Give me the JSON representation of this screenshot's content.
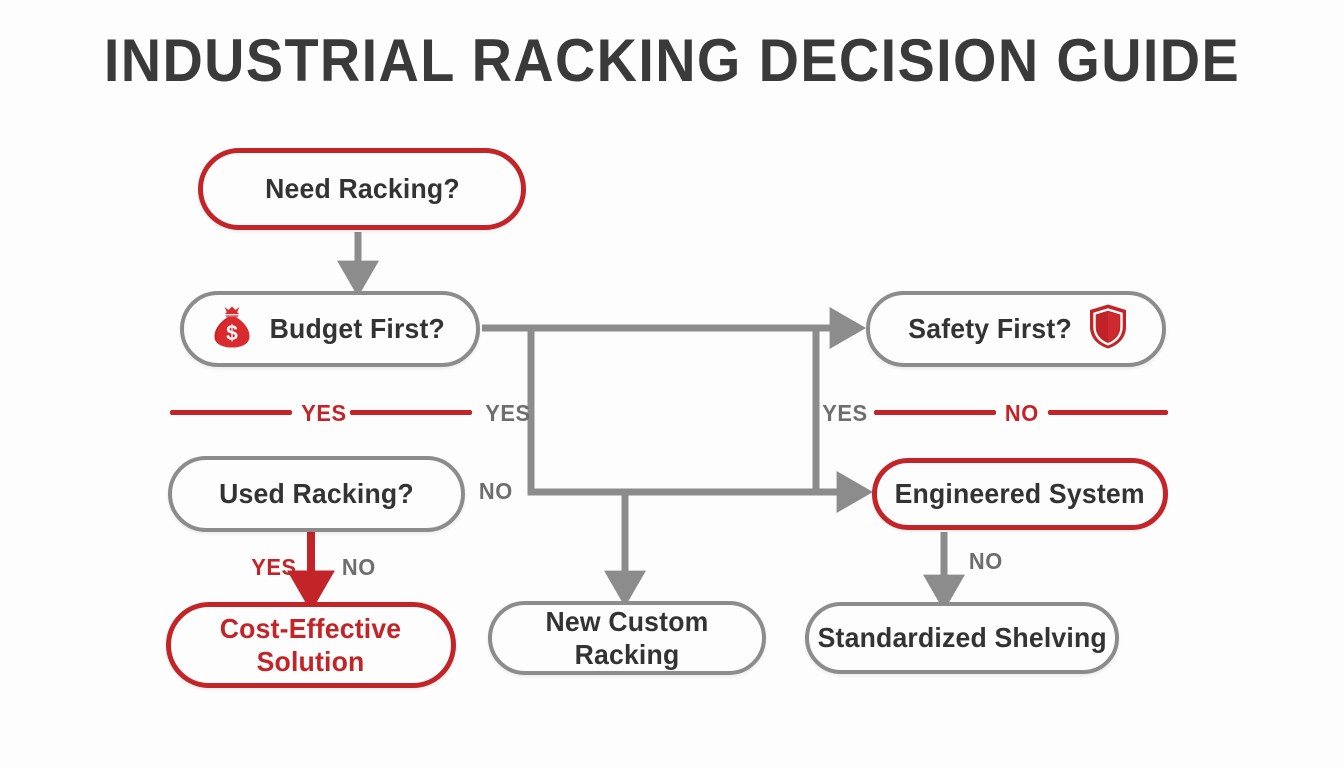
{
  "page": {
    "title": "INDUSTRIAL RACKING DECISION GUIDE",
    "background_color": "#fdfdfd",
    "accent_red": "#c32428",
    "neutral_gray": "#8c8c8c",
    "text_dark": "#333333"
  },
  "nodes": {
    "need_racking": {
      "label": "Need Racking?",
      "outline": "#c32428",
      "text_color": "#333333"
    },
    "budget_first": {
      "label": "Budget First?",
      "outline": "#8c8c8c",
      "text_color": "#333333",
      "icon": "money-bag-icon"
    },
    "safety_first": {
      "label": "Safety First?",
      "outline": "#8c8c8c",
      "text_color": "#333333",
      "icon": "shield-icon"
    },
    "used_racking": {
      "label": "Used Racking?",
      "outline": "#8c8c8c",
      "text_color": "#333333"
    },
    "engineered_system": {
      "label": "Engineered System",
      "outline": "#c32428",
      "text_color": "#333333"
    },
    "cost_effective": {
      "label": "Cost-Effective\nSolution",
      "line1": "Cost-Effective",
      "line2": "Solution",
      "outline": "#c32428",
      "text_color": "#c32428"
    },
    "new_custom": {
      "label": "New Custom Racking",
      "outline": "#8c8c8c",
      "text_color": "#333333"
    },
    "standardized": {
      "label": "Standardized Shelving",
      "outline": "#8c8c8c",
      "text_color": "#333333"
    }
  },
  "edge_labels": {
    "budget_yes_red": {
      "text": "YES",
      "color": "#c32428"
    },
    "budget_yes_gray": {
      "text": "YES",
      "color": "#6e6e6e"
    },
    "safety_yes_gray": {
      "text": "YES",
      "color": "#6e6e6e"
    },
    "safety_no_red": {
      "text": "NO",
      "color": "#c32428"
    },
    "used_no_gray": {
      "text": "NO",
      "color": "#6e6e6e"
    },
    "used_yes_red": {
      "text": "YES",
      "color": "#c32428"
    },
    "used_no_gray_2": {
      "text": "NO",
      "color": "#6e6e6e"
    },
    "eng_no_gray": {
      "text": "NO",
      "color": "#6e6e6e"
    }
  },
  "connectors": {
    "need_to_budget": {
      "from": "need_racking",
      "to": "budget_first",
      "color": "#8c8c8c",
      "arrow": true
    },
    "budget_to_safety": {
      "from": "budget_first",
      "to": "safety_first",
      "color": "#8c8c8c",
      "arrow": true
    },
    "budget_to_engineered": {
      "from": "budget_first",
      "to": "engineered_system",
      "color": "#8c8c8c",
      "arrow": true
    },
    "branch_to_new_custom": {
      "from": "budget_first",
      "to": "new_custom",
      "color": "#8c8c8c",
      "arrow": true
    },
    "used_to_cost": {
      "from": "used_racking",
      "to": "cost_effective",
      "color": "#c32428",
      "arrow": true
    },
    "eng_to_standardized": {
      "from": "engineered_system",
      "to": "standardized",
      "color": "#8c8c8c",
      "arrow": true
    }
  },
  "dividers": [
    {
      "name": "divider-left",
      "color": "#c32428"
    },
    {
      "name": "divider-mid-left",
      "color": "#c32428"
    },
    {
      "name": "divider-right-left",
      "color": "#c32428"
    },
    {
      "name": "divider-right-right",
      "color": "#c32428"
    }
  ]
}
